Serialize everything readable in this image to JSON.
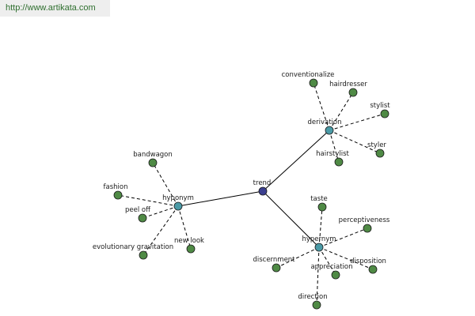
{
  "header": {
    "url": "http://www.artikata.com"
  },
  "graph": {
    "nodes": [
      {
        "id": "trend",
        "label": "trend",
        "kind": "root"
      },
      {
        "id": "derivation",
        "label": "derivation",
        "kind": "relation"
      },
      {
        "id": "hyponym",
        "label": "hyponym",
        "kind": "relation"
      },
      {
        "id": "hypernym",
        "label": "hypernym",
        "kind": "relation"
      },
      {
        "id": "conventionalize",
        "label": "conventionalize",
        "kind": "word"
      },
      {
        "id": "hairdresser",
        "label": "hairdresser",
        "kind": "word"
      },
      {
        "id": "stylist",
        "label": "stylist",
        "kind": "word"
      },
      {
        "id": "styler",
        "label": "styler",
        "kind": "word"
      },
      {
        "id": "hairstylist",
        "label": "hairstylist",
        "kind": "word"
      },
      {
        "id": "bandwagon",
        "label": "bandwagon",
        "kind": "word"
      },
      {
        "id": "fashion",
        "label": "fashion",
        "kind": "word"
      },
      {
        "id": "peel-off",
        "label": "peel off",
        "kind": "word"
      },
      {
        "id": "evolutionary-gravitation",
        "label": "evolutionary gravitation",
        "kind": "word"
      },
      {
        "id": "new-look",
        "label": "new look",
        "kind": "word"
      },
      {
        "id": "taste",
        "label": "taste",
        "kind": "word"
      },
      {
        "id": "perceptiveness",
        "label": "perceptiveness",
        "kind": "word"
      },
      {
        "id": "discernment",
        "label": "discernment",
        "kind": "word"
      },
      {
        "id": "appreciation",
        "label": "appreciation",
        "kind": "word"
      },
      {
        "id": "disposition",
        "label": "disposition",
        "kind": "word"
      },
      {
        "id": "direction",
        "label": "direction",
        "kind": "word"
      }
    ],
    "edges": [
      {
        "from": "trend",
        "to": "derivation",
        "style": "solid"
      },
      {
        "from": "trend",
        "to": "hyponym",
        "style": "solid"
      },
      {
        "from": "trend",
        "to": "hypernym",
        "style": "solid"
      },
      {
        "from": "derivation",
        "to": "conventionalize",
        "style": "dashed"
      },
      {
        "from": "derivation",
        "to": "hairdresser",
        "style": "dashed"
      },
      {
        "from": "derivation",
        "to": "stylist",
        "style": "dashed"
      },
      {
        "from": "derivation",
        "to": "styler",
        "style": "dashed"
      },
      {
        "from": "derivation",
        "to": "hairstylist",
        "style": "dashed"
      },
      {
        "from": "hyponym",
        "to": "bandwagon",
        "style": "dashed"
      },
      {
        "from": "hyponym",
        "to": "fashion",
        "style": "dashed"
      },
      {
        "from": "hyponym",
        "to": "peel-off",
        "style": "dashed"
      },
      {
        "from": "hyponym",
        "to": "evolutionary-gravitation",
        "style": "dashed"
      },
      {
        "from": "hyponym",
        "to": "new-look",
        "style": "dashed"
      },
      {
        "from": "hypernym",
        "to": "taste",
        "style": "dashed"
      },
      {
        "from": "hypernym",
        "to": "perceptiveness",
        "style": "dashed"
      },
      {
        "from": "hypernym",
        "to": "discernment",
        "style": "dashed"
      },
      {
        "from": "hypernym",
        "to": "appreciation",
        "style": "dashed"
      },
      {
        "from": "hypernym",
        "to": "disposition",
        "style": "dashed"
      },
      {
        "from": "hypernym",
        "to": "direction",
        "style": "dashed"
      }
    ],
    "colors": {
      "root": "#3b3f8f",
      "relation": "#4a9aa6",
      "word": "#4f8a45"
    }
  }
}
